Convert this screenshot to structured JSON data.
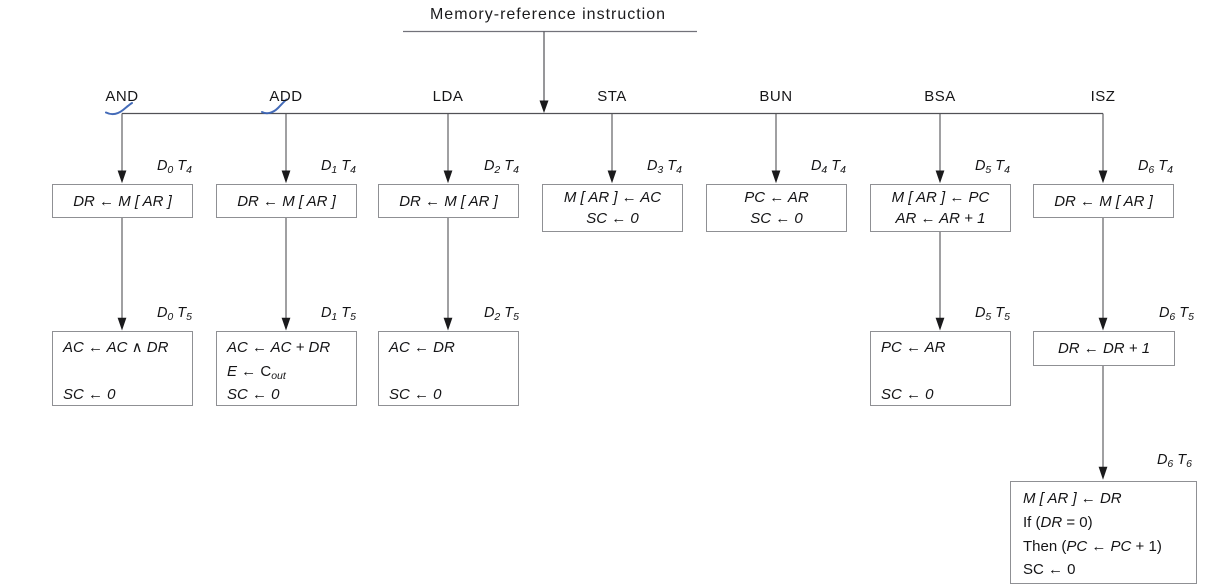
{
  "diagram": {
    "title": "Memory-reference instruction",
    "branches": [
      {
        "label": "AND"
      },
      {
        "label": "ADD"
      },
      {
        "label": "LDA"
      },
      {
        "label": "STA"
      },
      {
        "label": "BUN"
      },
      {
        "label": "BSA"
      },
      {
        "label": "ISZ"
      }
    ],
    "boxes": {
      "and_t4": {
        "tim": "D_0_ T_4_",
        "l1": "DR ← M [ AR ]"
      },
      "add_t4": {
        "tim": "D_1_ T_4_",
        "l1": "DR ← M [ AR ]"
      },
      "lda_t4": {
        "tim": "D_2_ T_4_",
        "l1": "DR ← M [ AR ]"
      },
      "sta_t4": {
        "tim": "D_3_ T_4_",
        "l1": "M [ AR ] ← AC",
        "l2": "SC ← 0"
      },
      "bun_t4": {
        "tim": "D_4_ T_4_",
        "l1": "PC ← AR",
        "l2": "SC ← 0"
      },
      "bsa_t4": {
        "tim": "D_5_ T_4_",
        "l1": "M [ AR ] ← PC",
        "l2": "AR ← AR + 1"
      },
      "isz_t4": {
        "tim": "D_6_ T_4_",
        "l1": "DR ← M [ AR ]"
      },
      "and_t5": {
        "tim": "D_0_ T_5_",
        "l1": "AC ← AC ∧ DR",
        "l3": "SC ← 0"
      },
      "add_t5": {
        "tim": "D_1_ T_5_",
        "l1": "AC ← AC + DR",
        "l2a": "E",
        "l2b": " ← C",
        "l2sub": "out",
        "l3": "SC ← 0"
      },
      "lda_t5": {
        "tim": "D_2_ T_5_",
        "l1": "AC ← DR",
        "l3": "SC ← 0"
      },
      "bsa_t5": {
        "tim": "D_5_ T_5_",
        "l1": "PC ← AR",
        "l3": "SC ← 0"
      },
      "isz_t5": {
        "tim": "D_6_ T_5_",
        "l1": "DR ← DR + 1"
      },
      "isz_t6": {
        "tim": "D_6_ T_6_",
        "l1": "M [ AR ] ← DR",
        "l2_pre": "If (",
        "l2_reg": "DR",
        "l2_post": " = 0)",
        "l3_pre": "Then (",
        "l3_reg": "PC",
        "l3_arr": " ← ",
        "l3_reg2": "PC",
        "l3_post": " + 1)",
        "l4": "SC ← 0"
      }
    },
    "colors": {
      "line": "#515156",
      "box_border": "#8f9094",
      "text": "#151517",
      "annotation_blue": "#3a63b4"
    },
    "annotations": [
      {
        "name": "blue-check-under-and"
      },
      {
        "name": "blue-check-under-add"
      }
    ]
  }
}
